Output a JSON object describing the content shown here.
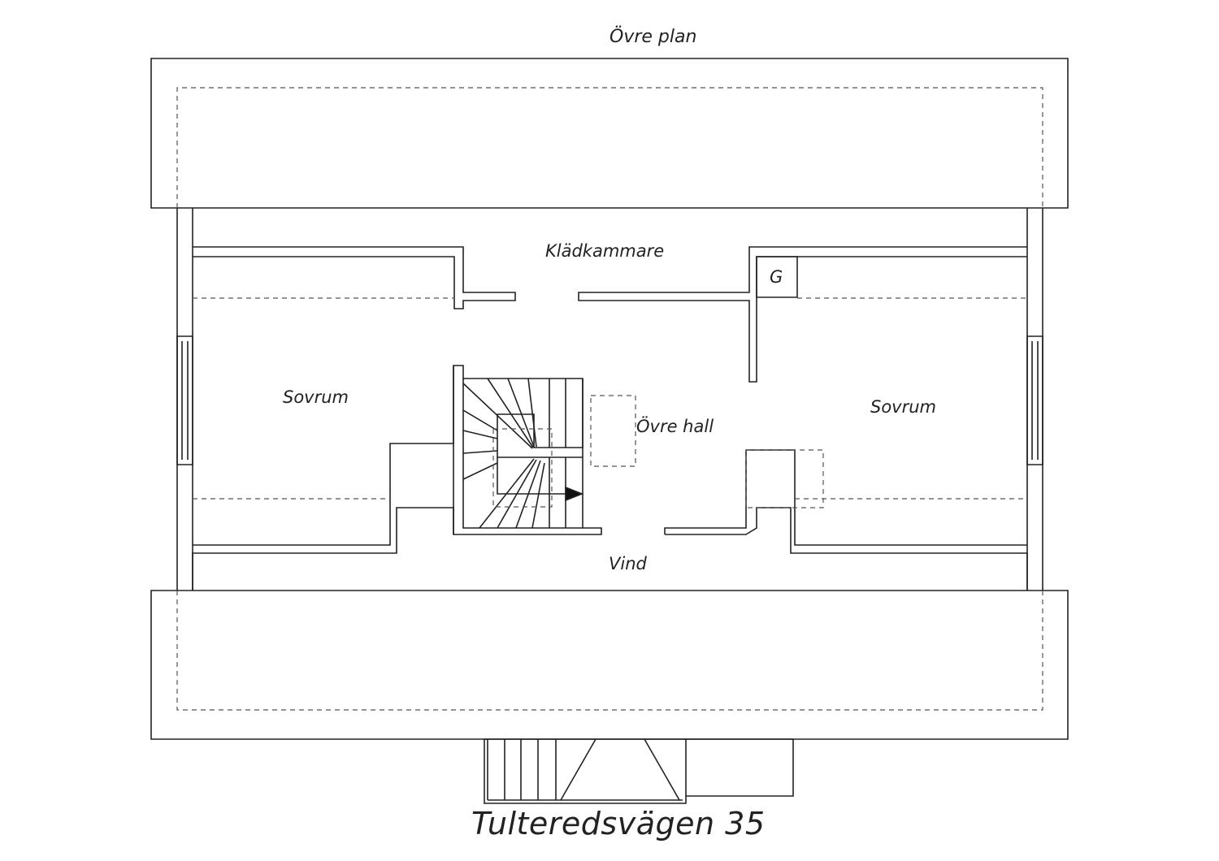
{
  "floor_title": "Övre plan",
  "rooms": {
    "walk_in_closet": "Klädkammare",
    "bedroom_left": "Sovrum",
    "bedroom_right": "Sovrum",
    "upper_hall": "Övre hall",
    "attic": "Vind",
    "chimney_mark": "G"
  },
  "address": "Tulteredsvägen 35",
  "colors": {
    "line": "#222222",
    "background": "#ffffff"
  }
}
